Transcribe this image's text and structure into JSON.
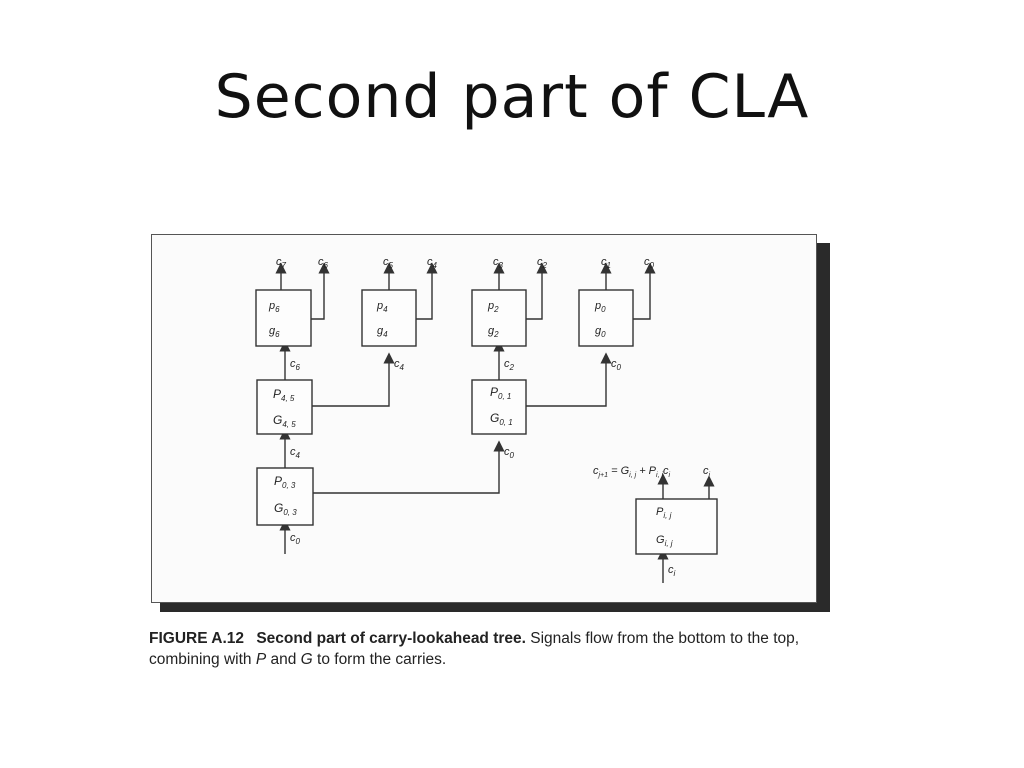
{
  "slide": {
    "title": "Second part of CLA"
  },
  "figure": {
    "caption": {
      "label": "FIGURE A.12",
      "heading": "Second part of carry-lookahead tree.",
      "text_a": " Signals flow from the bottom to the top, combining with ",
      "p": "P",
      "text_b": " and ",
      "g": "G",
      "text_c": " to form the carries."
    },
    "top_boxes": [
      {
        "p": "p",
        "p_sub": "6",
        "g": "g",
        "g_sub": "6",
        "out_left": "c",
        "out_left_sub": "7",
        "out_right": "c",
        "out_right_sub": "6",
        "in": "c",
        "in_sub": "6"
      },
      {
        "p": "p",
        "p_sub": "4",
        "g": "g",
        "g_sub": "4",
        "out_left": "c",
        "out_left_sub": "5",
        "out_right": "c",
        "out_right_sub": "4",
        "in": "c",
        "in_sub": "4"
      },
      {
        "p": "p",
        "p_sub": "2",
        "g": "g",
        "g_sub": "2",
        "out_left": "c",
        "out_left_sub": "3",
        "out_right": "c",
        "out_right_sub": "2",
        "in": "c",
        "in_sub": "2"
      },
      {
        "p": "p",
        "p_sub": "0",
        "g": "g",
        "g_sub": "0",
        "out_left": "c",
        "out_left_sub": "1",
        "out_right": "c",
        "out_right_sub": "0",
        "in": "c",
        "in_sub": "0"
      }
    ],
    "mid_boxes": [
      {
        "p": "P",
        "p_sub": "4, 5",
        "g": "G",
        "g_sub": "4, 5",
        "in": "c",
        "in_sub": "4"
      },
      {
        "p": "P",
        "p_sub": "0, 1",
        "g": "G",
        "g_sub": "0, 1",
        "in": "c",
        "in_sub": "0"
      }
    ],
    "root_box": {
      "p": "P",
      "p_sub": "0, 3",
      "g": "G",
      "g_sub": "0, 3",
      "in": "c",
      "in_sub": "0"
    },
    "legend_box": {
      "p": "P",
      "p_sub": "i, j",
      "g": "G",
      "g_sub": "i, j",
      "in": "c",
      "in_sub": "i",
      "eq_lhs": "c",
      "eq_lhs_sub": "j+1",
      "eq_mid": " = G",
      "eq_mid_sub": "i, j",
      "eq_plus": " + P",
      "eq_plus_sub": "i, j",
      "eq_c": "c",
      "eq_c_sub": "i",
      "out_right": "c",
      "out_right_sub": "i"
    }
  }
}
